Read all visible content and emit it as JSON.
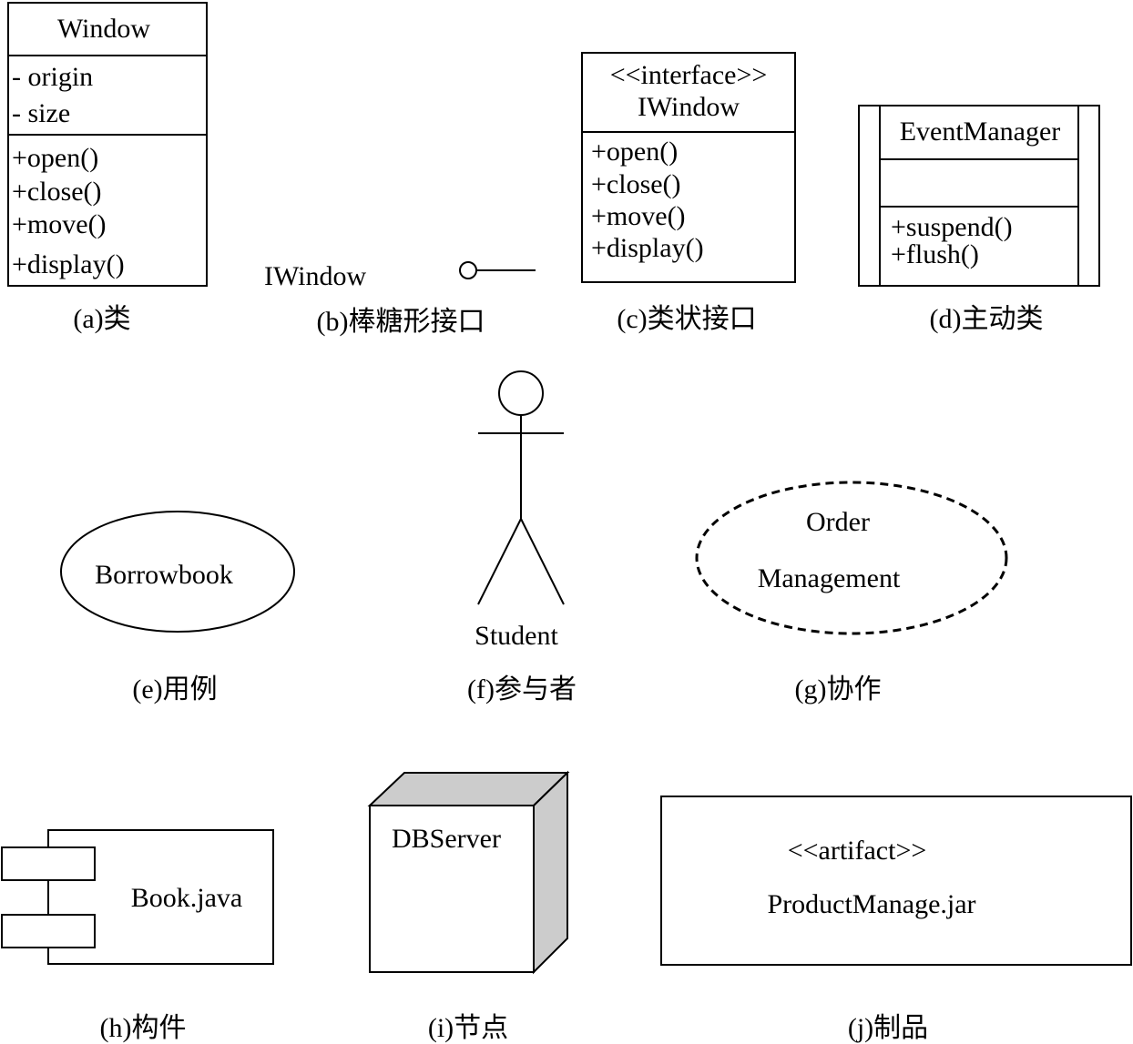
{
  "class_a": {
    "name": "Window",
    "attributes": [
      "- origin",
      "- size"
    ],
    "operations": [
      "+open()",
      "+close()",
      "+move()",
      "+display()"
    ],
    "caption": "(a)类"
  },
  "lollipop_b": {
    "name": "IWindow",
    "caption": "(b)棒糖形接口"
  },
  "interface_c": {
    "stereotype": "<<interface>>",
    "name": "IWindow",
    "operations": [
      "+open()",
      "+close()",
      "+move()",
      "+display()"
    ],
    "caption": "(c)类状接口"
  },
  "active_class_d": {
    "name": "EventManager",
    "operations": [
      "+suspend()",
      "+flush()"
    ],
    "caption": "(d)主动类"
  },
  "usecase_e": {
    "name": "Borrowbook",
    "caption": "(e)用例"
  },
  "actor_f": {
    "name": "Student",
    "caption": "(f)参与者"
  },
  "collaboration_g": {
    "line1": "Order",
    "line2": "Management",
    "caption": "(g)协作"
  },
  "component_h": {
    "name": "Book.java",
    "caption": "(h)构件"
  },
  "node_i": {
    "name": "DBServer",
    "caption": "(i)节点"
  },
  "artifact_j": {
    "stereotype": "<<artifact>>",
    "name": "ProductManage.jar",
    "caption": "(j)制品"
  },
  "colors": {
    "stroke": "#000000",
    "node_shade": "#cccccc",
    "background": "#ffffff"
  }
}
